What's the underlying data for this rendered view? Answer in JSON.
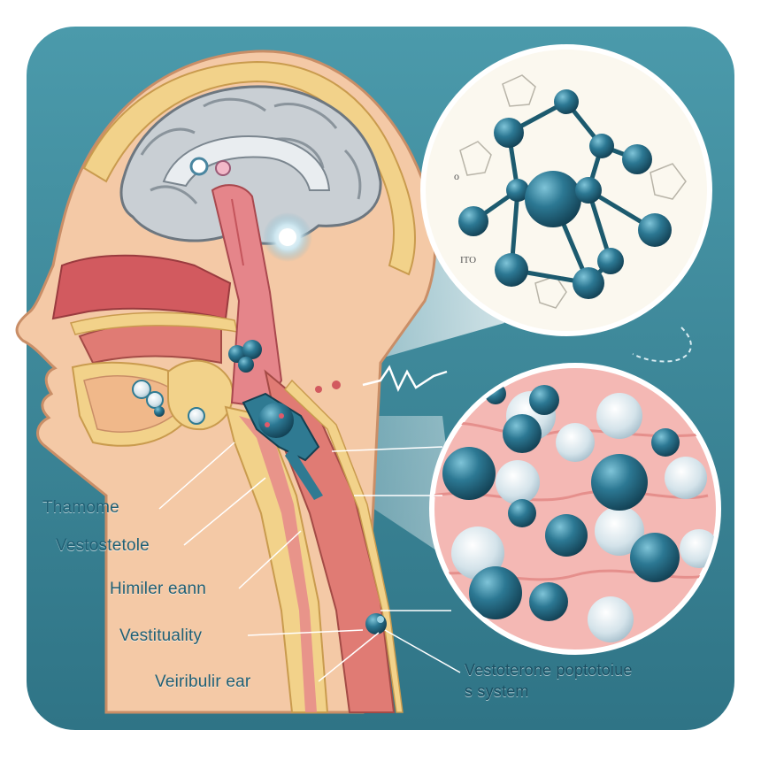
{
  "labels": {
    "thamome": "Thamome",
    "vestostetole": "Vestostetole",
    "himiler_eann": "Himiler eann",
    "vestituality": "Vestituality",
    "veiribulir_ear": "Veiribulir ear",
    "vestoterone_line1": "Vestoterone poptotoiue",
    "vestoterone_line2": "s system"
  },
  "molecule_text": {
    "o_label": "o",
    "ito_label": "ITO"
  },
  "colors": {
    "panel_background": "#3f8c9c",
    "skin": "#f4c9a6",
    "bone": "#f2d28a",
    "tissue_red": "#e07b74",
    "brain_gray": "#c9cfd4",
    "sphere_blue": "#2f7a92",
    "label_text": "#1f5f74"
  }
}
